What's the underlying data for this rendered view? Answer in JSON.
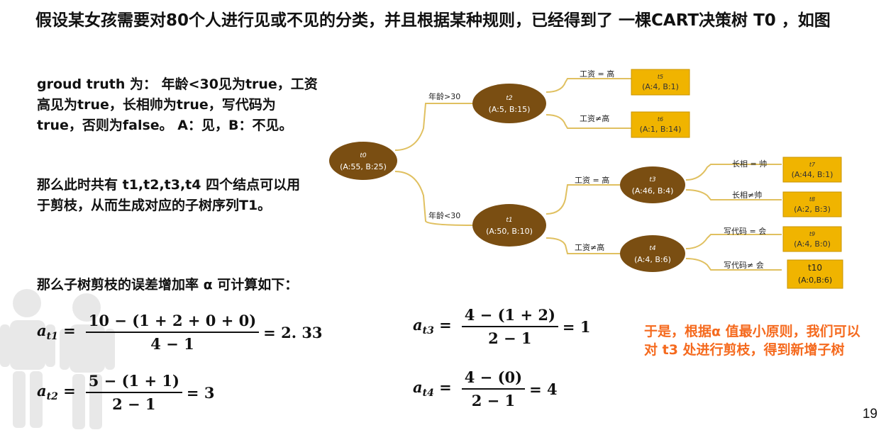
{
  "title": "假设某女孩需要对80个人进行见或不见的分类，并且根据某种规则，已经得到了 一棵CART决策树 T0 ，如图",
  "paragraph1": "groud truth 为： 年龄<30见为true，工资高见为true，长相帅为true，写代码为true，否则为false。 A：见，B：不见。",
  "paragraph2": "那么此时共有 t1,t2,t3,t4 四个结点可以用于剪枝，从而生成对应的子树序列T1。",
  "paragraph3": "那么子树剪枝的误差增加率 α 可计算如下：",
  "formulas": {
    "t1": {
      "var": "a",
      "sub": "t1",
      "num": "10 − (1 + 2 + 0 + 0)",
      "den": "4 − 1",
      "result": "= 2. 33"
    },
    "t2": {
      "var": "a",
      "sub": "t2",
      "num": "5 − (1 + 1)",
      "den": "2 − 1",
      "result": "= 3"
    },
    "t3": {
      "var": "a",
      "sub": "t3",
      "num": "4 − (1 + 2)",
      "den": "2 − 1",
      "result": "= 1"
    },
    "t4": {
      "var": "a",
      "sub": "t4",
      "num": "4 − (0)",
      "den": "2 − 1",
      "result": "= 4"
    }
  },
  "conclusion": "于是，根据α 值最小原则，我们可以对 t3 处进行剪枝，得到新增子树",
  "page_number": "19",
  "tree": {
    "colors": {
      "node": "#7a4e12",
      "leaf": "#f0b400",
      "edge": "#e0c060",
      "node_text": "#ffffff",
      "leaf_text": "#333333"
    },
    "nodes": {
      "t0": {
        "name": "t0",
        "counts": "(A:55, B:25)"
      },
      "t2": {
        "name": "t2",
        "counts": "(A:5, B:15)"
      },
      "t1": {
        "name": "t1",
        "counts": "(A:50, B:10)"
      },
      "t3": {
        "name": "t3",
        "counts": "(A:46, B:4)"
      },
      "t4": {
        "name": "t4",
        "counts": "(A:4, B:6)"
      }
    },
    "leaves": {
      "t5": {
        "name": "t5",
        "counts": "(A:4, B:1)"
      },
      "t6": {
        "name": "t6",
        "counts": "(A:1, B:14)"
      },
      "t7": {
        "name": "t7",
        "counts": "(A:44, B:1)"
      },
      "t8": {
        "name": "t8",
        "counts": "(A:2, B:3)"
      },
      "t9": {
        "name": "t9",
        "counts": "(A:4, B:0)"
      },
      "t10": {
        "name": "t10",
        "counts": "(A:0,B:6)"
      }
    },
    "edges": {
      "age_gt30": "年龄>30",
      "age_lt30": "年龄<30",
      "salary_high_1": "工资 = 高",
      "salary_nothigh_1": "工资≠高",
      "salary_high_2": "工资 = 高",
      "salary_nothigh_2": "工资≠高",
      "looks_handsome": "长相 = 帅",
      "looks_not": "长相≠帅",
      "code_yes": "写代码 = 会",
      "code_no": "写代码≠ 会"
    }
  }
}
